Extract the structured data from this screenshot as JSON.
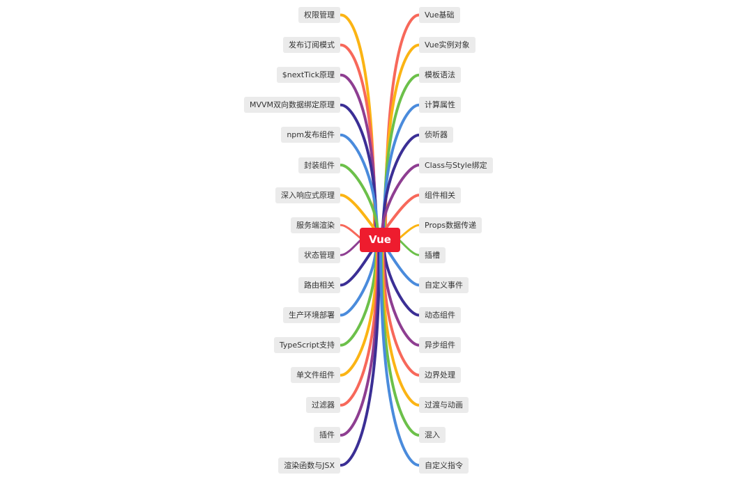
{
  "mindmap": {
    "root": {
      "label": "Vue",
      "color": "#ee1c2e"
    },
    "left": [
      {
        "label": "权限管理",
        "color": "#fbb414"
      },
      {
        "label": "发布订阅模式",
        "color": "#f7685a"
      },
      {
        "label": "$nextTick原理",
        "color": "#8e3e91"
      },
      {
        "label": "MVVM双向数据绑定原理",
        "color": "#3b2f95"
      },
      {
        "label": "npm发布组件",
        "color": "#4a8bdc"
      },
      {
        "label": "封装组件",
        "color": "#6cc04a"
      },
      {
        "label": "深入响应式原理",
        "color": "#fbb414"
      },
      {
        "label": "服务端渲染",
        "color": "#f7685a"
      },
      {
        "label": "状态管理",
        "color": "#8e3e91"
      },
      {
        "label": "路由相关",
        "color": "#3b2f95"
      },
      {
        "label": "生产环境部署",
        "color": "#4a8bdc"
      },
      {
        "label": "TypeScript支持",
        "color": "#6cc04a"
      },
      {
        "label": "单文件组件",
        "color": "#fbb414"
      },
      {
        "label": "过滤器",
        "color": "#f7685a"
      },
      {
        "label": "插件",
        "color": "#8e3e91"
      },
      {
        "label": "渲染函数与JSX",
        "color": "#3b2f95"
      }
    ],
    "right": [
      {
        "label": "Vue基础",
        "color": "#f7685a"
      },
      {
        "label": "Vue实例对象",
        "color": "#fbb414"
      },
      {
        "label": "模板语法",
        "color": "#6cc04a"
      },
      {
        "label": "计算属性",
        "color": "#4a8bdc"
      },
      {
        "label": "侦听器",
        "color": "#3b2f95"
      },
      {
        "label": "Class与Style绑定",
        "color": "#8e3e91"
      },
      {
        "label": "组件相关",
        "color": "#f7685a"
      },
      {
        "label": "Props数据传递",
        "color": "#fbb414"
      },
      {
        "label": "插槽",
        "color": "#6cc04a"
      },
      {
        "label": "自定义事件",
        "color": "#4a8bdc"
      },
      {
        "label": "动态组件",
        "color": "#3b2f95"
      },
      {
        "label": "异步组件",
        "color": "#8e3e91"
      },
      {
        "label": "边界处理",
        "color": "#f7685a"
      },
      {
        "label": "过渡与动画",
        "color": "#fbb414"
      },
      {
        "label": "混入",
        "color": "#6cc04a"
      },
      {
        "label": "自定义指令",
        "color": "#4a8bdc"
      }
    ]
  }
}
